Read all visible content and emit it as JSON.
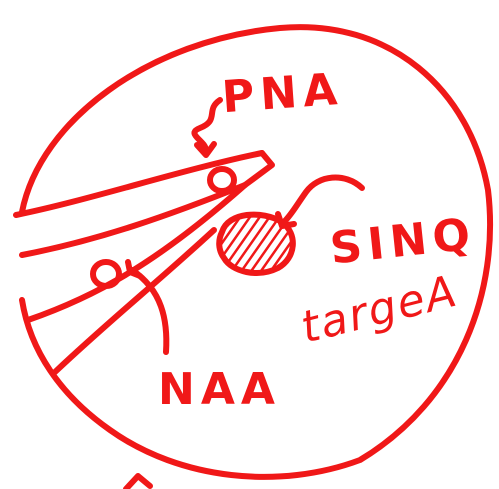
{
  "labels": {
    "pna": "PNA",
    "sinq": "SINQ",
    "target": "targeA",
    "naa": "NAA"
  },
  "colors": {
    "ink": "#f01818",
    "background": "#ffffff"
  }
}
